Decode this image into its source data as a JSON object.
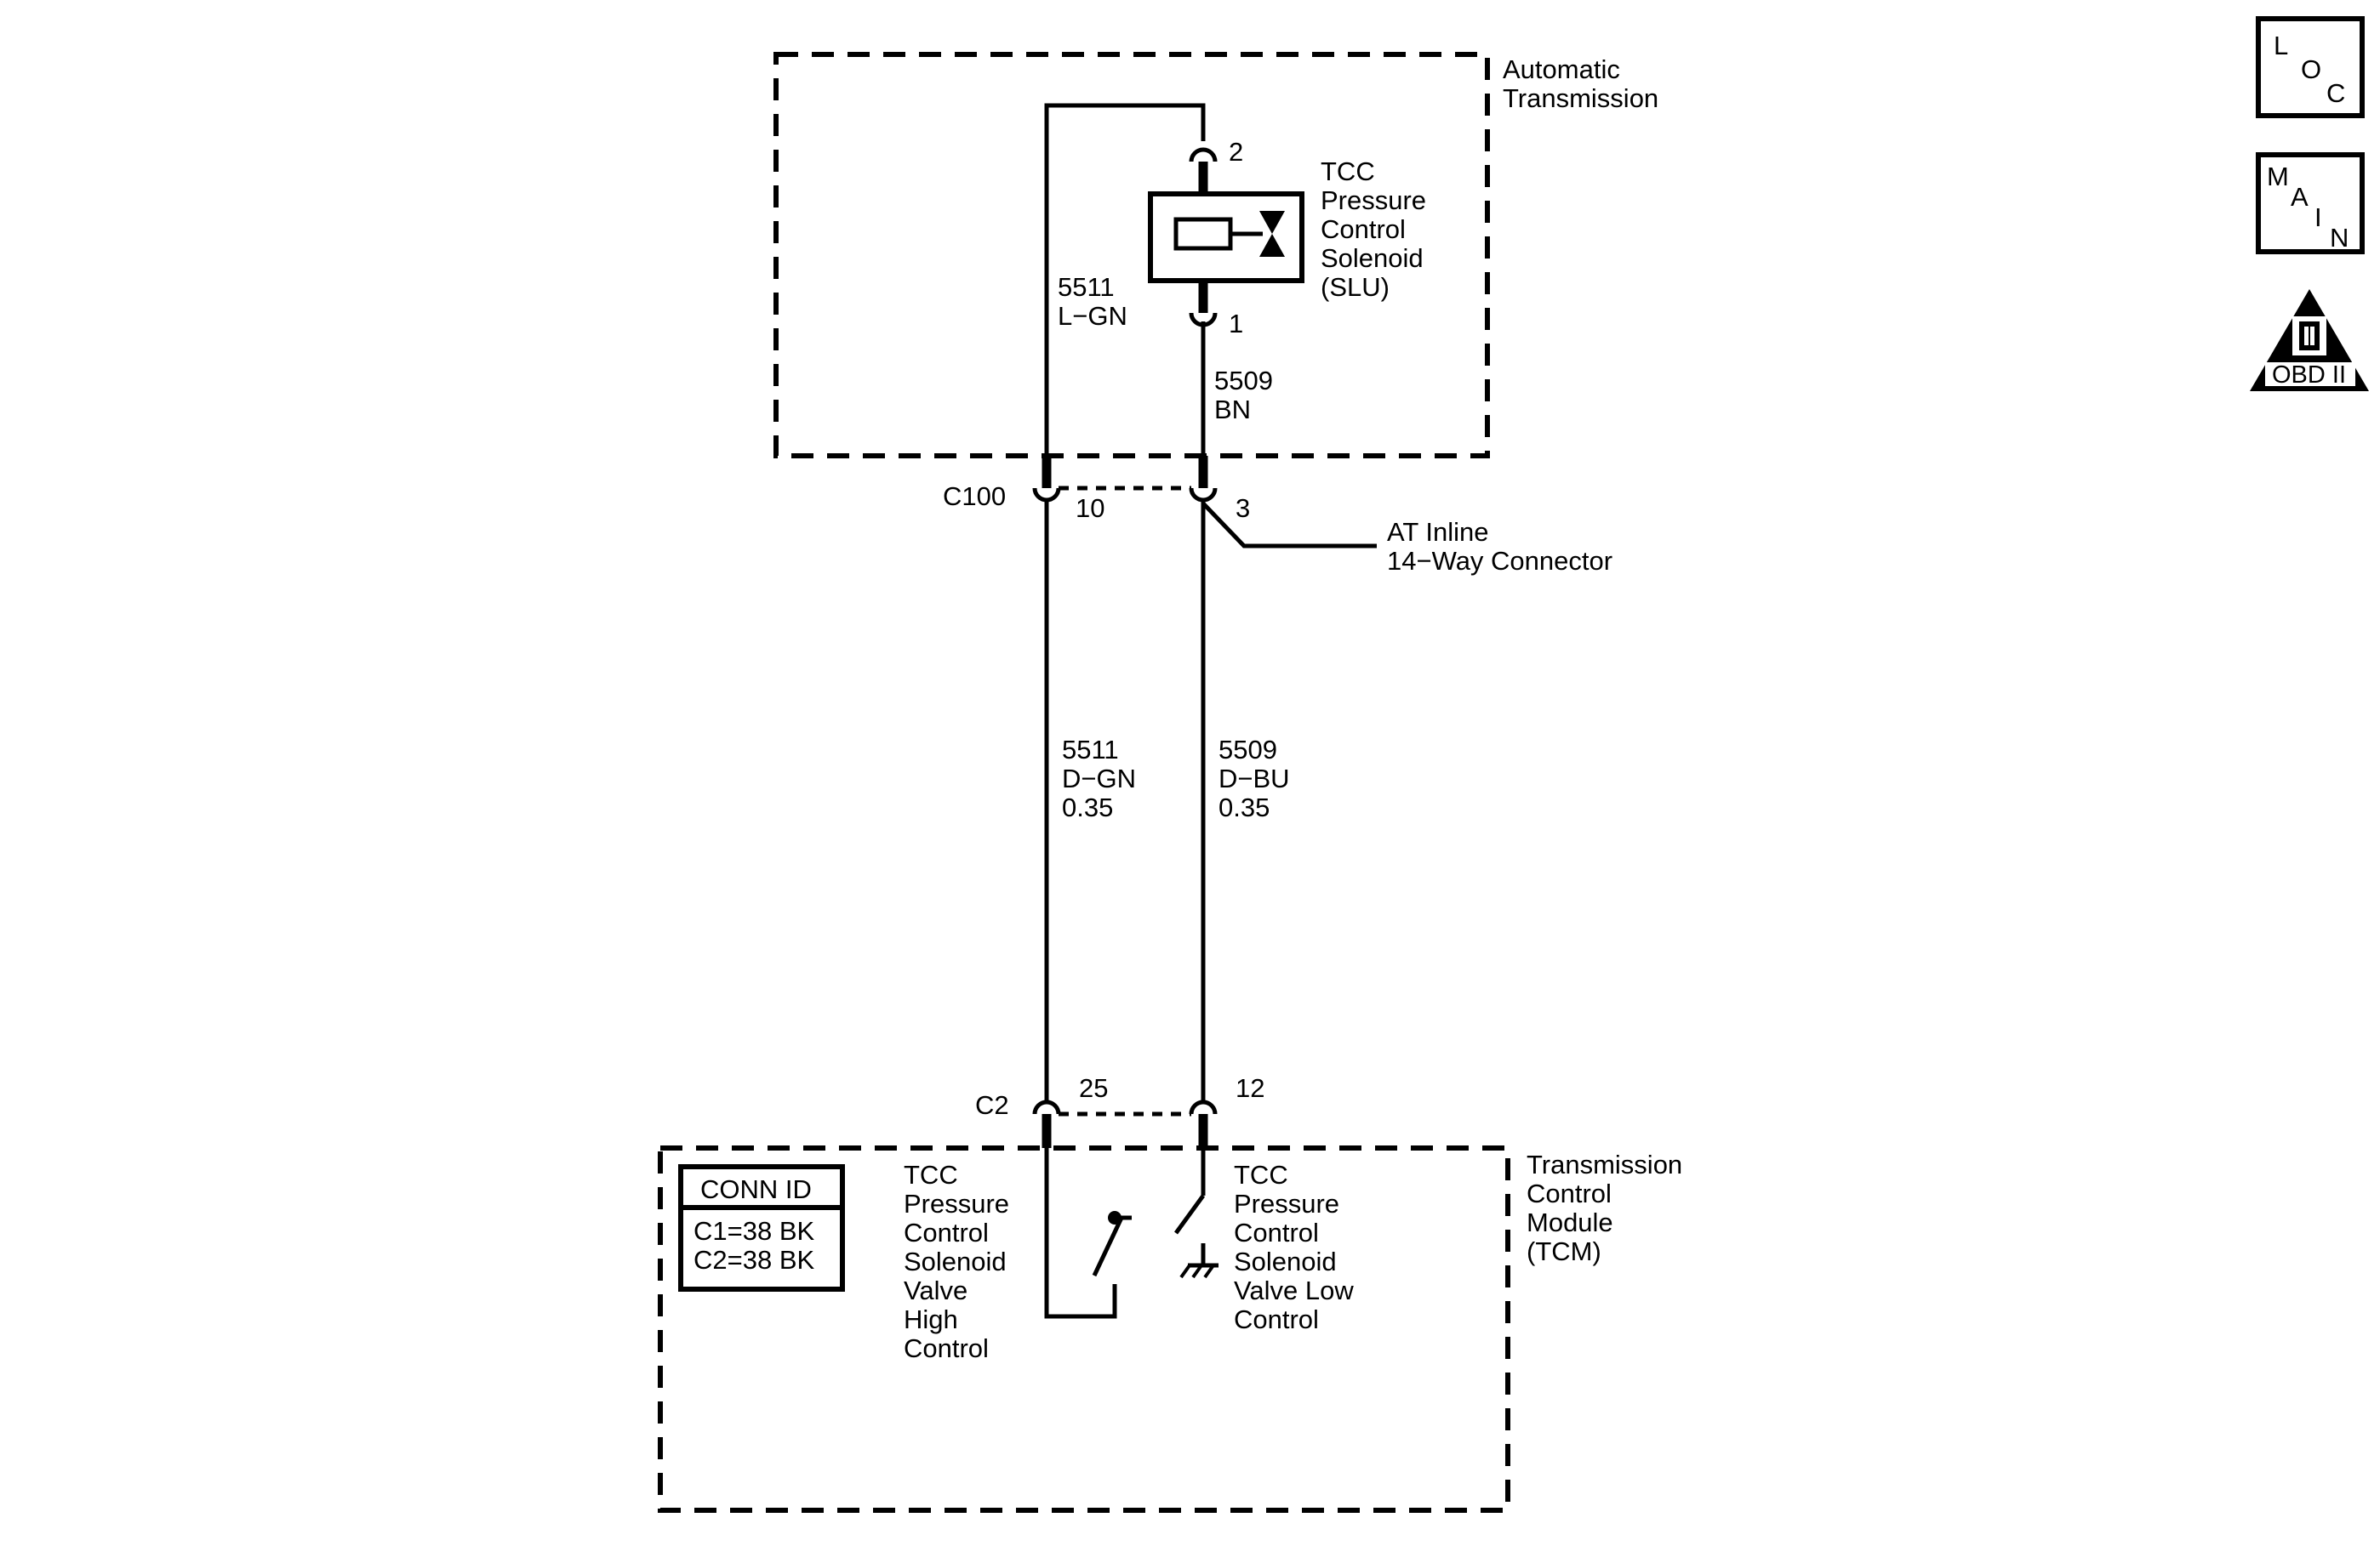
{
  "boxes": {
    "automatic_transmission": [
      "Automatic",
      "Transmission"
    ],
    "tcm": [
      "Transmission",
      "Control",
      "Module",
      "(TCM)"
    ]
  },
  "solenoid": {
    "label": [
      "TCC",
      "Pressure",
      "Control",
      "Solenoid",
      "(SLU)"
    ],
    "pin_top": "2",
    "pin_bottom": "1"
  },
  "wires": {
    "left_upper": [
      "5511",
      "L−GN"
    ],
    "right_upper": [
      "5509",
      "BN"
    ],
    "left_lower": [
      "5511",
      "D−GN",
      "0.35"
    ],
    "right_lower": [
      "5509",
      "D−BU",
      "0.35"
    ]
  },
  "connector_c100": {
    "name": "C100",
    "pin_left": "10",
    "pin_right": "3",
    "callout": [
      "AT Inline",
      "14−Way Connector"
    ]
  },
  "connector_c2": {
    "name": "C2",
    "pin_left": "25",
    "pin_right": "12"
  },
  "conn_id": {
    "title": "CONN ID",
    "rows": [
      "C1=38 BK",
      "C2=38 BK"
    ]
  },
  "tcm_circuits": {
    "high": [
      "TCC",
      "Pressure",
      "Control",
      "Solenoid",
      "Valve",
      "High",
      "Control"
    ],
    "low": [
      "TCC",
      "Pressure",
      "Control",
      "Solenoid",
      "Valve Low",
      "Control"
    ]
  },
  "nav_icons": {
    "loc": {
      "l1": "L",
      "l2": "O",
      "l3": "C"
    },
    "main": {
      "l1": "M",
      "l2": "A",
      "l3": "I",
      "l4": "N"
    },
    "obd": {
      "roman": "II",
      "label": "OBD II"
    }
  }
}
